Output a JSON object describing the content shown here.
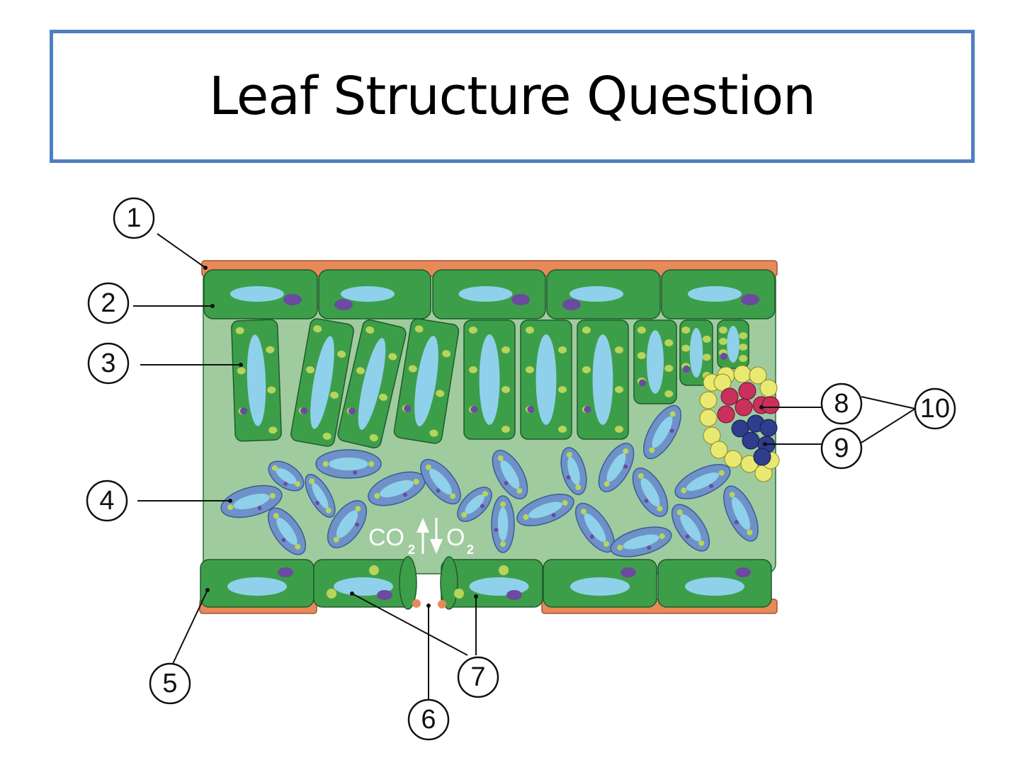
{
  "slide": {
    "title": "Leaf Structure Question"
  },
  "diagram": {
    "labels": [
      "1",
      "2",
      "3",
      "4",
      "5",
      "6",
      "7",
      "8",
      "9",
      "10"
    ],
    "gas_exchange": {
      "co2": "CO",
      "co2_sub": "2",
      "o2": "O",
      "o2_sub": "2"
    },
    "colors": {
      "border": "#4f7fbf",
      "cuticle": "#e8895a",
      "cell_green": "#3d9e4a",
      "mesophyll_bg": "#9fcb9f",
      "vacuole": "#8fd1ea",
      "nucleus": "#6b4aa0",
      "chloroplast": "#b8d45a",
      "spongy": "#6e92c8",
      "xylem": "#2e3d8c",
      "phloem": "#c9305c",
      "bundle_sheath": "#e9e870"
    }
  }
}
